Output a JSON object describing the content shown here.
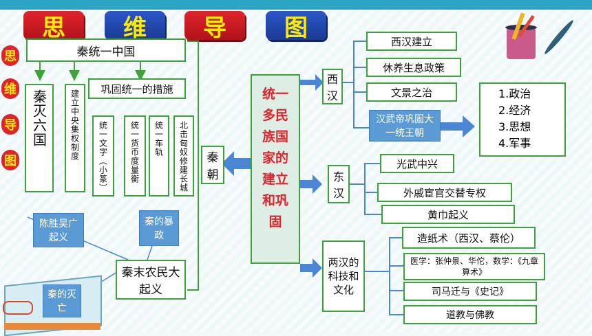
{
  "title_chars": [
    "思",
    "维",
    "导",
    "图"
  ],
  "side_chars": [
    "思",
    "维",
    "导",
    "图"
  ],
  "center_box": "统一多民族国家的建立和巩固",
  "qin": {
    "label": "秦朝",
    "unify": "秦统一中国",
    "destroy_six": "秦灭六国",
    "central_power": "建立中央集权制度",
    "measures_title": "巩固统一的措施",
    "measures": [
      "统一文字（小篆）",
      "统一货币度量衡",
      "统一车轨",
      "北击匈奴修建长城"
    ],
    "uprising": "秦末农民大起义",
    "uprising_leaders": "陈胜吴广起义",
    "tyranny": "秦的暴政",
    "fall": "秦的灭亡"
  },
  "west_han": {
    "label": "西汉",
    "items": [
      "西汉建立",
      "休养生息政策",
      "文景之治",
      "汉武帝巩固大一统王朝"
    ],
    "measures": [
      "1.政治",
      "2.经济",
      "3.思想",
      "4.军事"
    ]
  },
  "east_han": {
    "label": "东汉",
    "items": [
      "光武中兴",
      "外戚宦官交替专权",
      "黄巾起义"
    ]
  },
  "tech": {
    "label": "两汉的科技和文化",
    "items": [
      "造纸术（西汉、蔡伦）",
      "医学：张仲景、华佗，数学：《九章算术》",
      "司马迁与《史记》",
      "道教与佛教"
    ]
  }
}
